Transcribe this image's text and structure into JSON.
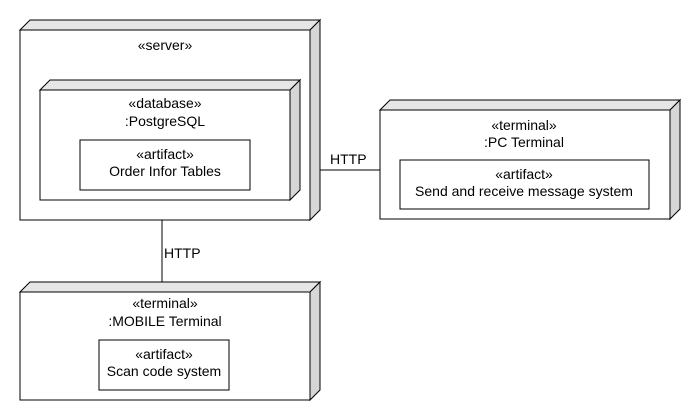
{
  "diagram": {
    "server": {
      "stereotype": "«server»"
    },
    "database": {
      "stereotype": "«database»",
      "name": ":PostgreSQL",
      "artifact": {
        "stereotype": "«artifact»",
        "name": "Order Infor Tables"
      }
    },
    "pc_terminal": {
      "stereotype": "«terminal»",
      "name": ":PC Terminal",
      "artifact": {
        "stereotype": "«artifact»",
        "name": "Send and receive message system"
      }
    },
    "mobile_terminal": {
      "stereotype": "«terminal»",
      "name": ":MOBILE Terminal",
      "artifact": {
        "stereotype": "«artifact»",
        "name": "Scan code system"
      }
    },
    "connections": {
      "server_pc": "HTTP",
      "server_mobile": "HTTP"
    }
  }
}
